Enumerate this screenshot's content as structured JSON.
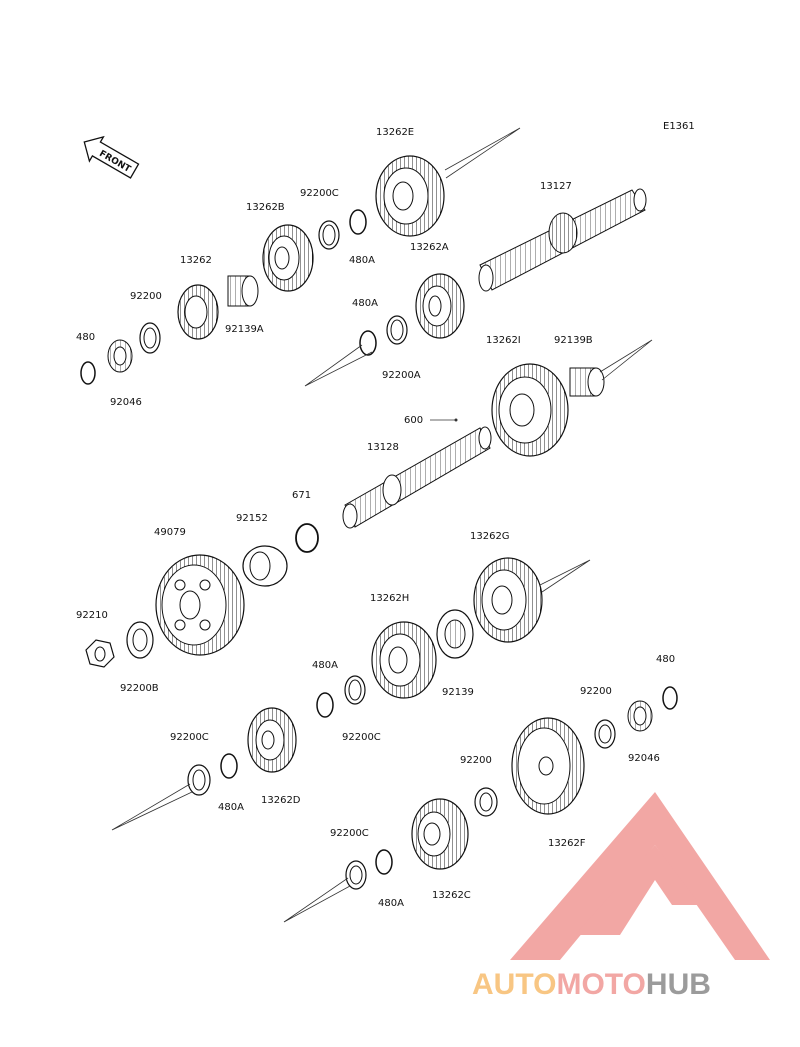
{
  "diagram": {
    "code": "E1361",
    "front_label": "FRONT",
    "parts": {
      "p13262E": "13262E",
      "p13127": "13127",
      "p92200C_top": "92200C",
      "p13262B": "13262B",
      "p480A_top": "480A",
      "p13262A": "13262A",
      "p13262": "13262",
      "p92139A": "92139A",
      "p92200_left": "92200",
      "p480_left": "480",
      "p92046_left": "92046",
      "p480A_mid": "480A",
      "p92200A": "92200A",
      "p13262I": "13262I",
      "p92139B": "92139B",
      "p600": "600",
      "p13128": "13128",
      "p671": "671",
      "p92152": "92152",
      "p49079": "49079",
      "p13262G": "13262G",
      "p92210": "92210",
      "p92200B": "92200B",
      "p13262H": "13262H",
      "p92139": "92139",
      "p480A_low": "480A",
      "p92200C_low": "92200C",
      "p480_right": "480",
      "p92200_right": "92200",
      "p92046_right": "92046",
      "p92200C_left": "92200C",
      "p480A_left": "480A",
      "p13262D": "13262D",
      "p92200_bottom": "92200",
      "p13262F": "13262F",
      "p92200C_bottom": "92200C",
      "p480A_bottom": "480A",
      "p13262C": "13262C"
    }
  },
  "watermark": {
    "word_part1": "AUTO",
    "word_part2": "MOTO",
    "word_part3": "HUB",
    "colors": {
      "orange": "#f6b35a",
      "red": "#ee8a86",
      "gray": "#7a7a7a"
    }
  }
}
